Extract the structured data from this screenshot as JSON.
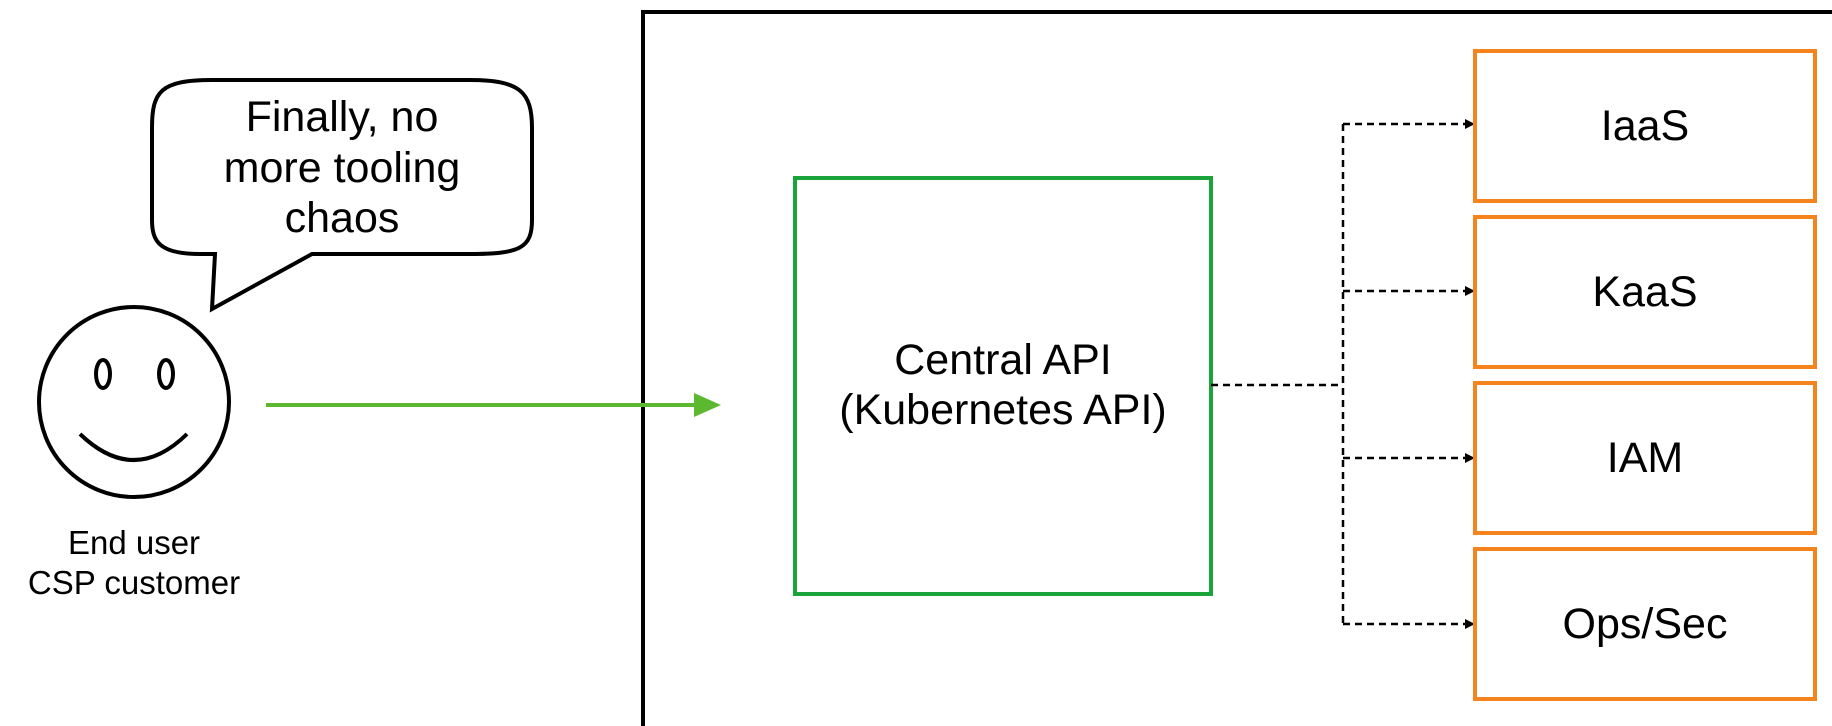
{
  "speech_bubble": {
    "lines": [
      "Finally, no",
      "more tooling",
      "chaos"
    ]
  },
  "user": {
    "icon": "smiley-face-icon",
    "lines": [
      "End user",
      "CSP customer"
    ]
  },
  "central_api": {
    "lines": [
      "Central API",
      "(Kubernetes API)"
    ]
  },
  "services": [
    {
      "label": "IaaS"
    },
    {
      "label": "KaaS"
    },
    {
      "label": "IAM"
    },
    {
      "label": "Ops/Sec"
    }
  ],
  "colors": {
    "stroke": "#000000",
    "central_api_border": "#1aa33a",
    "service_border": "#f5841f",
    "request_arrow": "#5cb82e"
  }
}
